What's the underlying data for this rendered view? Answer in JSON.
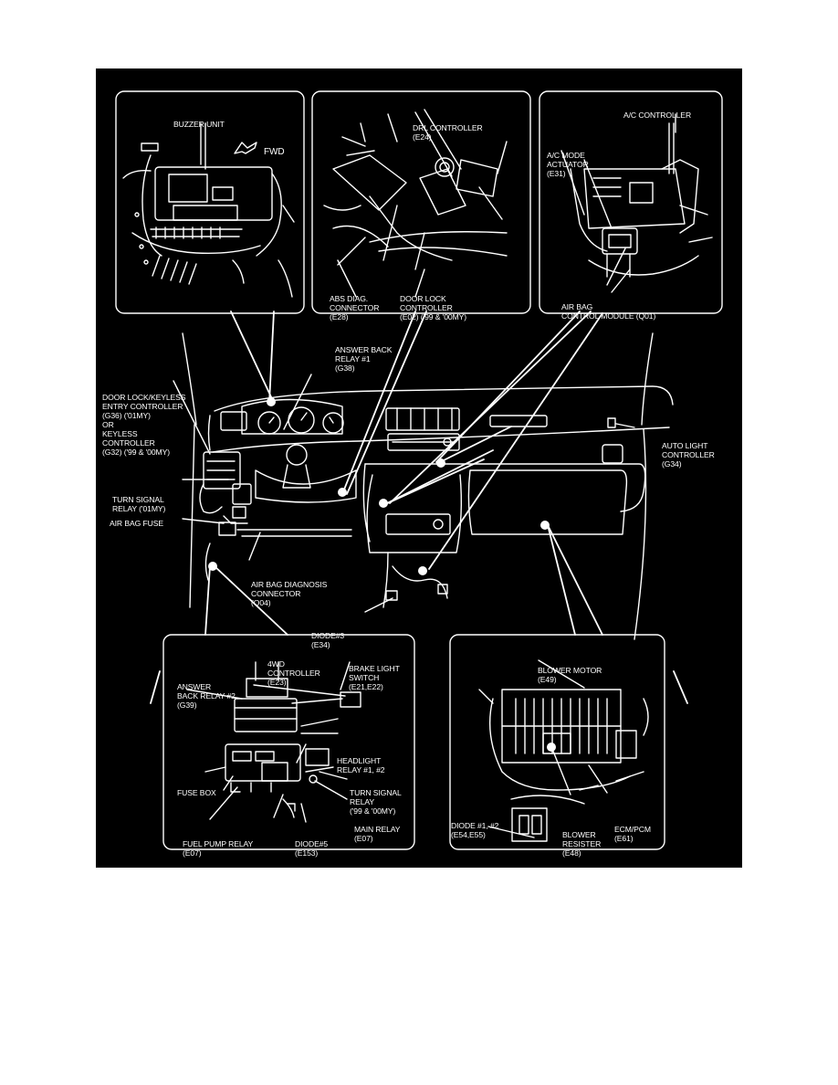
{
  "colors": {
    "background": "#000000",
    "ink": "#ffffff",
    "page": "#ffffff"
  },
  "insets": {
    "buzzer": {
      "buzzer_unit": "BUZZER UNIT",
      "fwd": "FWD"
    },
    "drl": {
      "drl_controller": [
        "DRL CONTROLLER",
        "(E24)"
      ],
      "abs_diag": [
        "ABS DIAG.",
        "CONNECTOR",
        "(E28)"
      ],
      "door_lock": [
        "DOOR LOCK",
        "CONTROLLER",
        "(E02) ('99 & '00MY)"
      ]
    },
    "ac": {
      "ac_controller": "A/C CONTROLLER",
      "ac_mode": [
        "A/C MODE",
        "ACTUATOR",
        "(E31)"
      ],
      "air_bag_control": [
        "AIR BAG",
        "CONTROL MODULE (Q01)"
      ]
    },
    "relays": {
      "four_wd": [
        "4WD",
        "CONTROLLER",
        "(E23)"
      ],
      "brake_light": [
        "BRAKE LIGHT",
        "SWITCH",
        "(E21,E22)"
      ],
      "answer_back_2": [
        "ANSWER",
        "BACK RELAY #2",
        "(G39)"
      ],
      "headlight": [
        "HEADLIGHT",
        "RELAY #1, #2"
      ],
      "turn_signal": [
        "TURN SIGNAL",
        "RELAY",
        "('99 & '00MY)"
      ],
      "fuse_box": "FUSE BOX",
      "main_relay": [
        "MAIN RELAY",
        "(E07)"
      ],
      "fuel_pump": [
        "FUEL PUMP RELAY",
        "(E07)"
      ],
      "diode5": [
        "DIODE#5",
        "(E153)"
      ]
    },
    "blower": {
      "blower_motor": [
        "BLOWER MOTOR",
        "(E49)"
      ],
      "diode12": [
        "DIODE #1, #2",
        "(E54,E55)"
      ],
      "blower_resister": [
        "BLOWER",
        "RESISTER",
        "(E48)"
      ],
      "ecm": [
        "ECM/PCM",
        "(E61)"
      ]
    }
  },
  "main": {
    "answer_back_1": [
      "ANSWER BACK",
      "RELAY #1",
      "(G38)"
    ],
    "door_lock_keyless": [
      "DOOR LOCK/KEYLESS",
      "ENTRY CONTROLLER",
      "(G36) ('01MY)",
      "OR",
      "KEYLESS",
      "CONTROLLER",
      "(G32) ('99 & '00MY)"
    ],
    "turn_signal_01": [
      "TURN SIGNAL",
      "RELAY ('01MY)"
    ],
    "air_bag_fuse": "AIR BAG FUSE",
    "air_bag_diag": [
      "AIR BAG DIAGNOSIS",
      "CONNECTOR",
      "(Q04)"
    ],
    "diode3": [
      "DIODE#3",
      "(E34)"
    ],
    "auto_light": [
      "AUTO LIGHT",
      "CONTROLLER",
      "(G34)"
    ]
  }
}
